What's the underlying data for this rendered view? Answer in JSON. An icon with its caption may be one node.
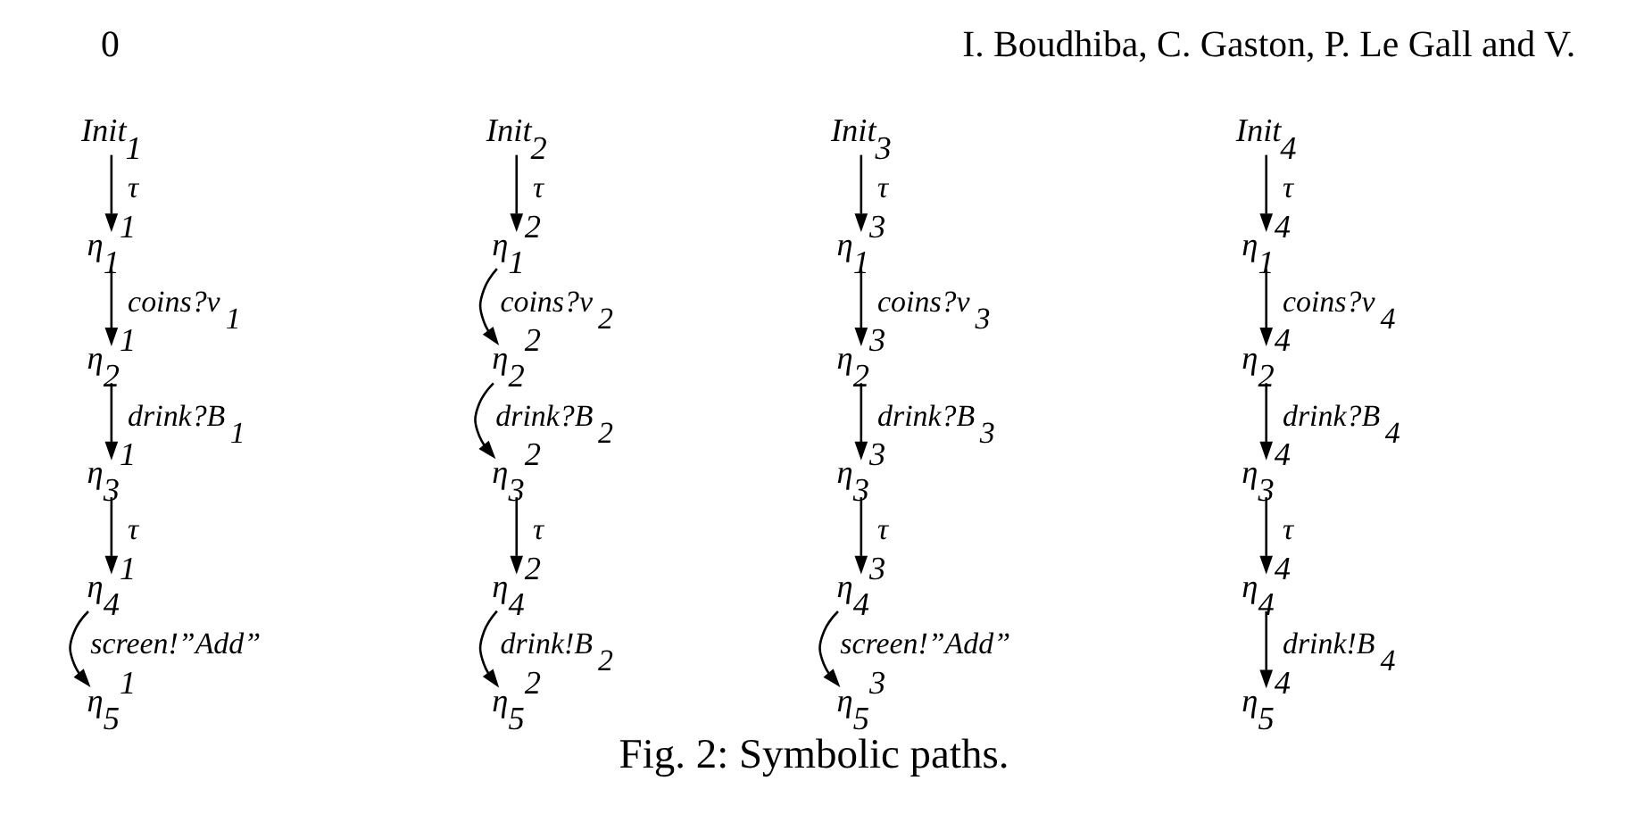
{
  "diagram": {
    "caption": "Fig. 2: Symbolic paths.",
    "nodes": [
      {
        "text": [
          "Init$_{1}$"
        ]
      },
      {
        "text": [
          "η$_{1}$$^{1}$"
        ]
      },
      {
        "text": [
          "η$_{2}$$^{1}$"
        ]
      },
      {
        "text": [
          "η$_{3}$$^{1}$"
        ]
      },
      {
        "text": [
          "η$_{4}$$^{1}$"
        ]
      },
      {
        "text": [
          "η$_{5}$$^{1}$"
        ]
      },
      {
        "text": [
          "Init$_{2}$"
        ]
      },
      {
        "text": [
          "η$_{1}$$^{2}$"
        ]
      },
      {
        "text": [
          "η$_{2}$$^{2}$"
        ]
      },
      {
        "text": [
          "η$_{3}$$^{2}$"
        ]
      },
      {
        "text": [
          "η$_{4}$$^{2}$"
        ]
      },
      {
        "text": [
          "η$_{5}$$^{2}$"
        ]
      },
      {
        "text": [
          "Init$_{3}$"
        ]
      },
      {
        "text": [
          "η$_{1}$$^{3}$"
        ]
      },
      {
        "text": [
          "η$_{2}$$^{3}$"
        ]
      },
      {
        "text": [
          "η$_{3}$$^{3}$"
        ]
      },
      {
        "text": [
          "η$_{4}$$^{3}$"
        ]
      },
      {
        "text": [
          "η$_{5}$$^{3}$"
        ]
      },
      {
        "text": [
          "Init$_{4}$"
        ]
      },
      {
        "text": [
          "η$_{1}$$^{4}$"
        ]
      },
      {
        "text": [
          "η$_{2}$$^{4}$"
        ]
      },
      {
        "text": [
          "η$_{3}$$^{4}$"
        ]
      },
      {
        "text": [
          "η$_{4}$$^{4}$"
        ]
      },
      {
        "text": [
          "η$_{5}$$^{4}$"
        ]
      }
    ],
    "edges": [
      {
        "from": 0,
        "to": 1,
        "arrow": "to",
        "label": "τ"
      },
      {
        "from": 1,
        "to": 2,
        "arrow": "to",
        "label": "coins?v$_{1}$"
      },
      {
        "from": 2,
        "to": 3,
        "arrow": "to",
        "label": "drink?B$_{1}$"
      },
      {
        "from": 3,
        "to": 4,
        "arrow": "to",
        "label": "τ"
      },
      {
        "from": 4,
        "to": 5,
        "arrow": "to",
        "label": "screen!”Add”"
      },
      {
        "from": 6,
        "to": 7,
        "arrow": "to",
        "label": "τ"
      },
      {
        "from": 7,
        "to": 8,
        "arrow": "to",
        "label": "coins?v$_{2}$"
      },
      {
        "from": 8,
        "to": 9,
        "arrow": "to",
        "label": "drink?B$_{2}$"
      },
      {
        "from": 9,
        "to": 10,
        "arrow": "to",
        "label": "τ"
      },
      {
        "from": 10,
        "to": 11,
        "arrow": "to",
        "label": "drink!B$_{2}$"
      },
      {
        "from": 12,
        "to": 13,
        "arrow": "to",
        "label": "τ"
      },
      {
        "from": 13,
        "to": 14,
        "arrow": "to",
        "label": "coins?v$_{3}$"
      },
      {
        "from": 14,
        "to": 15,
        "arrow": "to",
        "label": "drink?B$_{3}$"
      },
      {
        "from": 15,
        "to": 16,
        "arrow": "to",
        "label": "τ"
      },
      {
        "from": 16,
        "to": 17,
        "arrow": "to",
        "label": "screen!”Add”"
      },
      {
        "from": 18,
        "to": 19,
        "arrow": "to",
        "label": "τ"
      },
      {
        "from": 19,
        "to": 20,
        "arrow": "to",
        "label": "coins?v$_{4}$"
      },
      {
        "from": 20,
        "to": 21,
        "arrow": "to",
        "label": "drink?B$_{4}$"
      },
      {
        "from": 21,
        "to": 22,
        "arrow": "to",
        "label": "τ"
      },
      {
        "from": 22,
        "to": 23,
        "arrow": "to",
        "label": "drink!B$_{4}$"
      }
    ],
    "labels": [
      "0",
      "I. Boudhiba, C. Gaston, P. Le Gall and V."
    ]
  }
}
